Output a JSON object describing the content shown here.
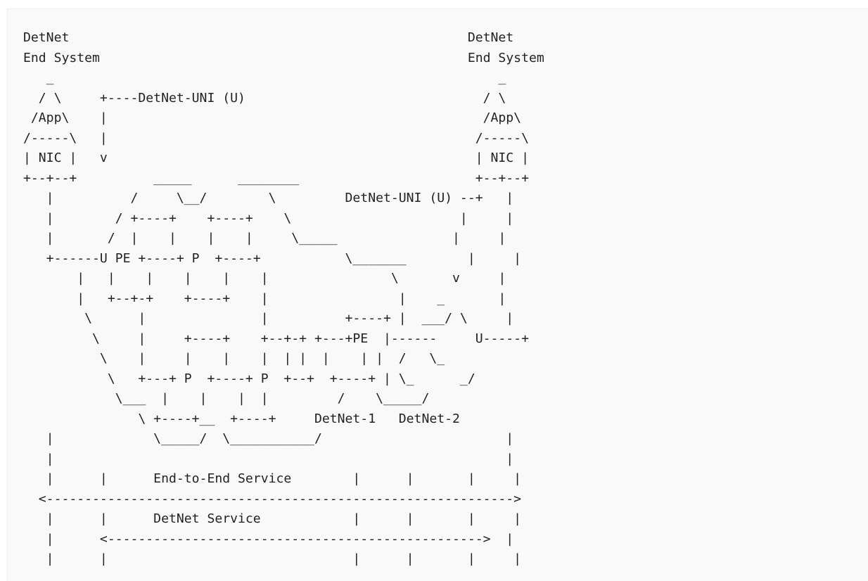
{
  "figure": {
    "ascii_lines": [
      "DetNet                                                    DetNet",
      "End System                                                End System",
      "   _                                                          _",
      "  / \\     +----DetNet-UNI (U)                               / \\",
      " /App\\    |                                                 /App\\",
      "/-----\\   |                                                /-----\\",
      "| NIC |   v                                                | NIC |",
      "+--+--+          _____      ________                       +--+--+",
      "   |          /     \\__/        \\         DetNet-UNI (U) --+   |",
      "   |        / +----+    +----+    \\                      |     |",
      "   |       /  |    |    |    |     \\_____               |     |",
      "   +------U PE +----+ P  +----+           \\_______        |     |",
      "       |   |    |    |    |    |                \\       v     |",
      "       |   +--+-+    +----+    |                 |    _       |",
      "        \\      |               |          +----+ |  ___/ \\     |",
      "         \\     |     +----+    +--+-+ +---+PE  |------     U-----+",
      "          \\    |     |    |    |  | |  |    | |  /   \\_ ",
      "           \\   +---+ P  +----+ P  +--+  +----+ | \\_      _/",
      "            \\___  |    |    |  |         /    \\_____/",
      "               \\ +----+__  +----+     DetNet-1   DetNet-2",
      "   |             \\_____/  \\___________/                        |",
      "   |                                                           |",
      "   |      |      End-to-End Service        |      |       |     |",
      "  <------------------------------------------------------------->",
      "   |      |      DetNet Service            |      |       |     |",
      "   |      <------------------------------------------------->  |",
      "   |      |                                |      |       |     |"
    ]
  }
}
